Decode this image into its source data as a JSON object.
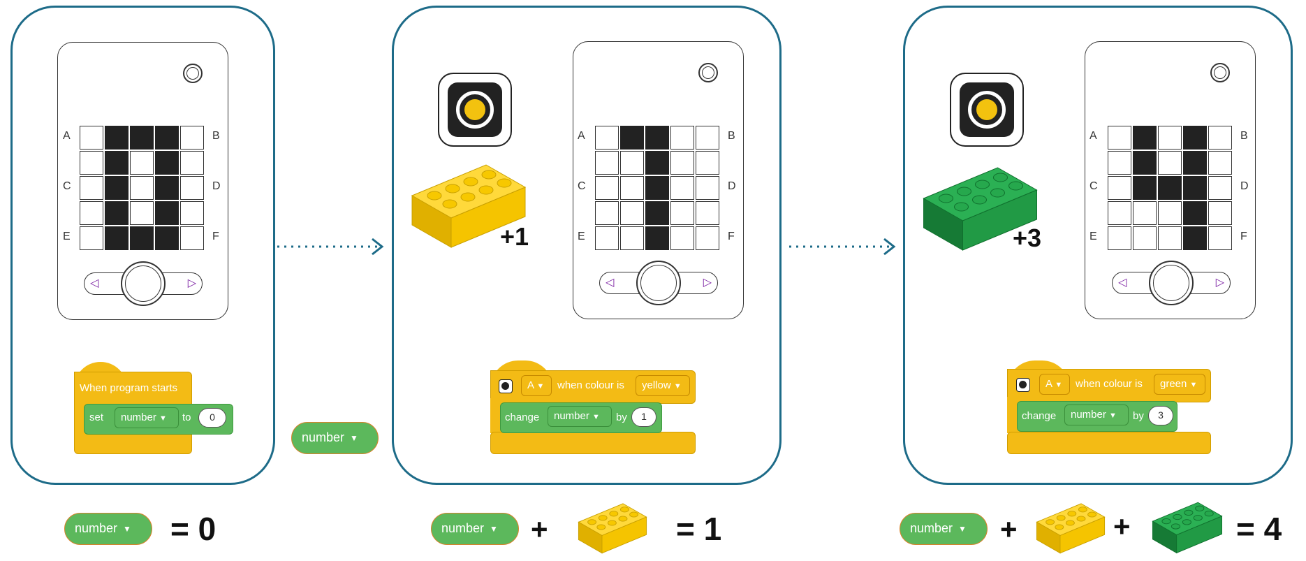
{
  "panel1": {
    "grid": [
      [
        0,
        1,
        1,
        1,
        0
      ],
      [
        0,
        1,
        0,
        1,
        0
      ],
      [
        0,
        1,
        0,
        1,
        0
      ],
      [
        0,
        1,
        0,
        1,
        0
      ],
      [
        0,
        1,
        1,
        1,
        0
      ]
    ],
    "ports": [
      "A",
      "B",
      "C",
      "D",
      "E",
      "F"
    ],
    "block_title": "When program starts",
    "set_label": "set",
    "var_name": "number",
    "to_label": "to",
    "value": "0",
    "equation_var": "number",
    "result": "= 0"
  },
  "middle_var": "number",
  "panel2": {
    "grid": [
      [
        0,
        1,
        1,
        0,
        0
      ],
      [
        0,
        0,
        1,
        0,
        0
      ],
      [
        0,
        0,
        1,
        0,
        0
      ],
      [
        0,
        0,
        1,
        0,
        0
      ],
      [
        0,
        0,
        1,
        0,
        0
      ]
    ],
    "ports": [
      "A",
      "B",
      "C",
      "D",
      "E",
      "F"
    ],
    "increment": "+1",
    "brick_color": "#f5c400",
    "port_sel": "A",
    "when_label": "when colour is",
    "colour": "yellow",
    "change_label": "change",
    "var_name": "number",
    "by_label": "by",
    "value": "1",
    "equation_var": "number",
    "plus": "+",
    "result": "= 1"
  },
  "panel3": {
    "grid": [
      [
        0,
        1,
        0,
        1,
        0
      ],
      [
        0,
        1,
        0,
        1,
        0
      ],
      [
        0,
        1,
        1,
        1,
        0
      ],
      [
        0,
        0,
        0,
        1,
        0
      ],
      [
        0,
        0,
        0,
        1,
        0
      ]
    ],
    "ports": [
      "A",
      "B",
      "C",
      "D",
      "E",
      "F"
    ],
    "increment": "+3",
    "brick_color": "#219a45",
    "port_sel": "A",
    "when_label": "when colour is",
    "colour": "green",
    "change_label": "change",
    "var_name": "number",
    "by_label": "by",
    "value": "3",
    "equation_var": "number",
    "plus1": "+",
    "plus2": "+",
    "result": "= 4"
  },
  "colors": {
    "panel_border": "#1d6b88",
    "block_yellow": "#f3bb15",
    "block_green": "#5cb85c",
    "arrow": "#1d6b88"
  }
}
